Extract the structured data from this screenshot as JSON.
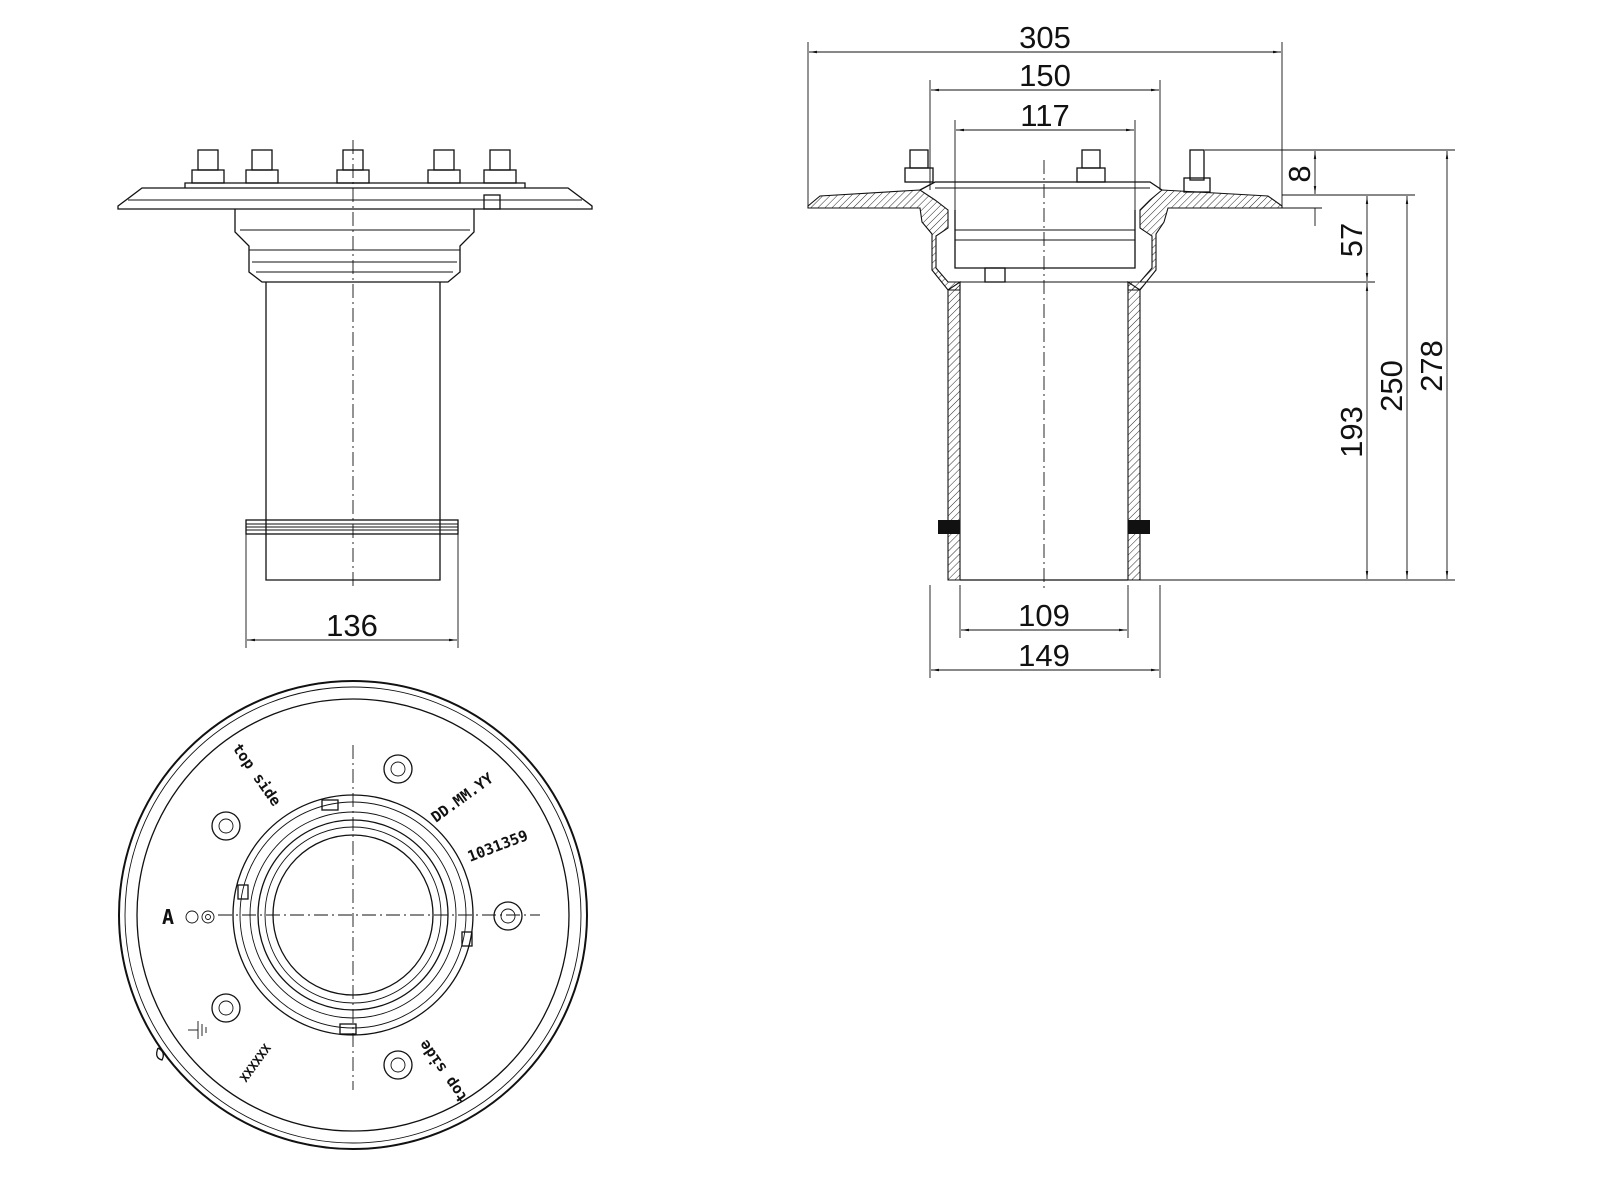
{
  "dimensions": {
    "front_view": {
      "outer_diameter": "136"
    },
    "section_view": {
      "flange_width": "305",
      "body_width": "150",
      "inlet_width": "117",
      "pipe_inner": "109",
      "pipe_outer": "149",
      "flange_thickness": "8",
      "upper_height": "57",
      "pipe_length": "193",
      "body_height": "250",
      "total_height": "278"
    }
  },
  "markings": {
    "top_side_1": "top side",
    "top_side_2": "top side",
    "date_code": "DD.MM.YY",
    "part_number": "1031359",
    "brand": "A",
    "material_code": "XXXXXX"
  },
  "colors": {
    "line": "#111111",
    "background": "#ffffff"
  },
  "icons": [
    "earth-ground-icon",
    "hex-bolt-icon",
    "recycling-mark-icon"
  ]
}
